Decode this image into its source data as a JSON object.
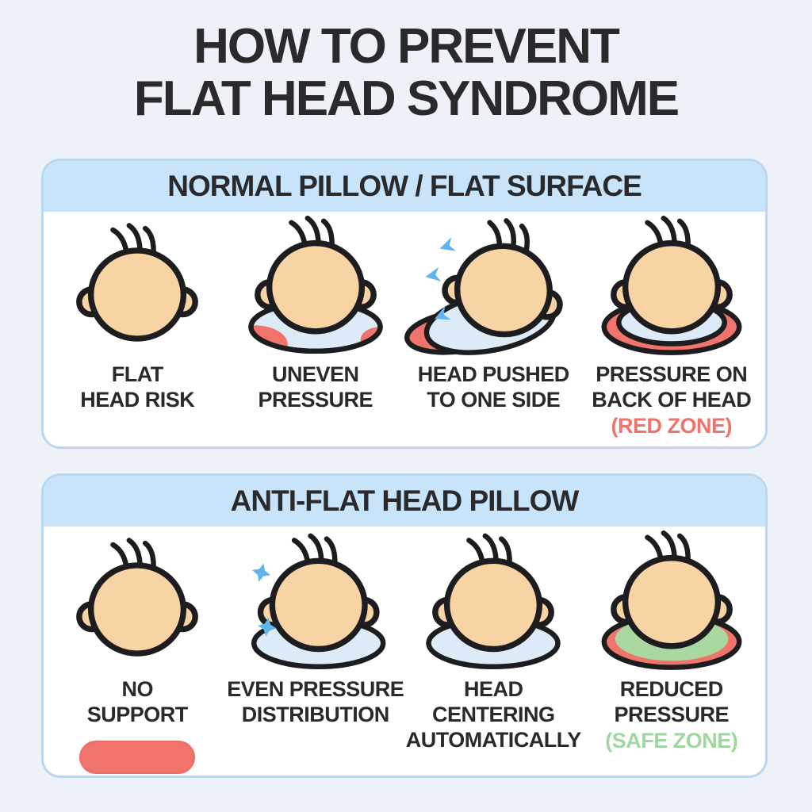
{
  "title": {
    "line1": "HOW TO PREVENT",
    "line2": "FLAT HEAD SYNDROME"
  },
  "panel1": {
    "header": "NORMAL PILLOW / FLAT SURFACE",
    "items": [
      {
        "icon": "baby-head-icon",
        "line1": "FLAT",
        "line2": "HEAD RISK"
      },
      {
        "icon": "baby-head-uneven-pressure-pillow-icon",
        "line1": "UNEVEN",
        "line2": "PRESSURE"
      },
      {
        "icon": "baby-head-pushed-aside-icon",
        "line1": "HEAD PUSHED",
        "line2": "TO ONE SIDE"
      },
      {
        "icon": "baby-head-red-zone-pillow-icon",
        "line1": "PRESSURE ON",
        "line2": "BACK OF HEAD",
        "note": "(RED ZONE)"
      }
    ]
  },
  "panel2": {
    "header": "ANTI-FLAT HEAD PILLOW",
    "items": [
      {
        "icon": "baby-head-icon",
        "line1": "NO",
        "line2": "SUPPORT",
        "badge": "red-risk-indicator"
      },
      {
        "icon": "baby-head-even-pressure-pillow-icon",
        "line1": "EVEN PRESSURE",
        "line2": "DISTRIBUTION"
      },
      {
        "icon": "baby-head-centered-pillow-icon",
        "line1": "HEAD CENTERING",
        "line2": "AUTOMATICALLY"
      },
      {
        "icon": "baby-head-safe-zone-pillow-icon",
        "line1": "REDUCED",
        "line2": "PRESSURE",
        "note": "(SAFE ZONE)"
      }
    ]
  },
  "colors": {
    "background": "#eef2f8",
    "panel_header_blue": "#c7e4fa",
    "panel_border_blue": "#b7d8ee",
    "panel_body": "#ffffff",
    "text_dark": "#2a2a2d",
    "red_zone": "#f0736c",
    "safe_zone_text": "#9fd6a2",
    "head_skin": "#f8d3a4",
    "outline": "#1d1d1f",
    "pillow_blue": "#ddebf9",
    "pillow_green": "#a9d8a0",
    "arrow_blue": "#62b4ec"
  }
}
